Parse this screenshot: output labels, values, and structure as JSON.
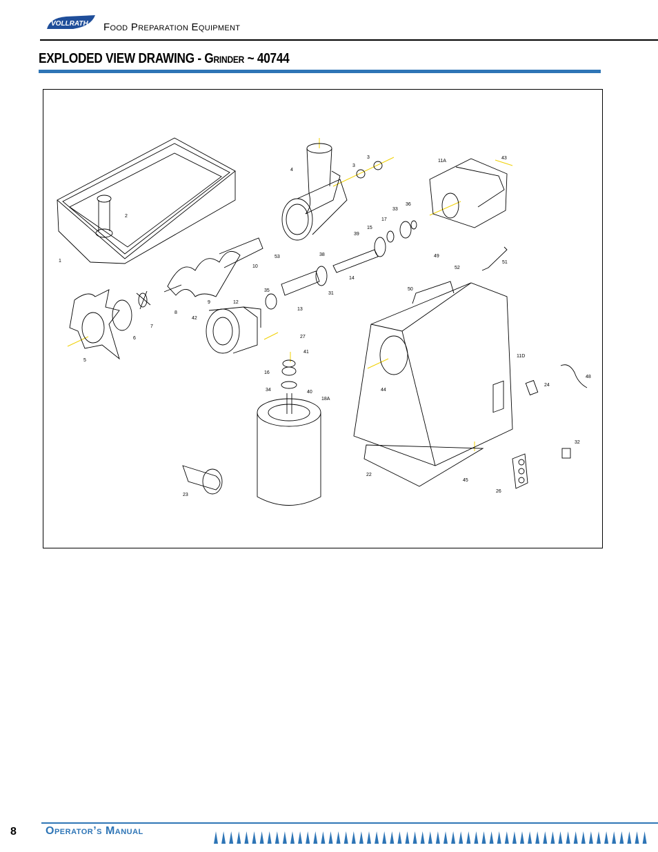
{
  "header": {
    "brand": "VOLLRATH",
    "title": "Food Preparation Equipment"
  },
  "section": {
    "title_main": "EXPLODED VIEW DRAWING - ",
    "title_sc": "Grinder",
    "title_model": " ~ 40744"
  },
  "drawing": {
    "parts": [
      {
        "label": "1"
      },
      {
        "label": "2"
      },
      {
        "label": "3"
      },
      {
        "label": "3"
      },
      {
        "label": "4"
      },
      {
        "label": "5"
      },
      {
        "label": "6"
      },
      {
        "label": "7"
      },
      {
        "label": "8"
      },
      {
        "label": "9"
      },
      {
        "label": "10"
      },
      {
        "label": "11A"
      },
      {
        "label": "11D"
      },
      {
        "label": "12"
      },
      {
        "label": "13"
      },
      {
        "label": "14"
      },
      {
        "label": "15"
      },
      {
        "label": "16"
      },
      {
        "label": "17"
      },
      {
        "label": "18A"
      },
      {
        "label": "22"
      },
      {
        "label": "23"
      },
      {
        "label": "24"
      },
      {
        "label": "26"
      },
      {
        "label": "27"
      },
      {
        "label": "31"
      },
      {
        "label": "32"
      },
      {
        "label": "33"
      },
      {
        "label": "34"
      },
      {
        "label": "35"
      },
      {
        "label": "36"
      },
      {
        "label": "38"
      },
      {
        "label": "39"
      },
      {
        "label": "40"
      },
      {
        "label": "41"
      },
      {
        "label": "42"
      },
      {
        "label": "43"
      },
      {
        "label": "44"
      },
      {
        "label": "45"
      },
      {
        "label": "48"
      },
      {
        "label": "49"
      },
      {
        "label": "50"
      },
      {
        "label": "51"
      },
      {
        "label": "52"
      },
      {
        "label": "53"
      }
    ]
  },
  "footer": {
    "page_number": "8",
    "manual_title": "Operator’s Manual"
  },
  "colors": {
    "accent": "#2e75b6",
    "logo": "#1f4e9a",
    "axis": "#f0d000"
  }
}
